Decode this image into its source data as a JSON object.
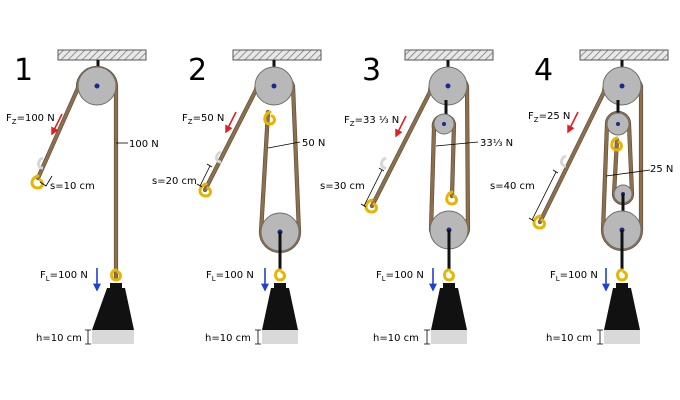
{
  "colors": {
    "rope": "#8b6f4e",
    "pulley": "#b8b8b8",
    "hook": "#e7b400",
    "effort_arrow": "#e02020",
    "load_arrow": "#1f3fd6",
    "weight": "#111111"
  },
  "panels": [
    {
      "number": "1",
      "effort_force": "100 N",
      "rope_tension": "100 N",
      "pull_distance": "s=10 cm",
      "load_force": "100 N",
      "lift_height": "h=10 cm"
    },
    {
      "number": "2",
      "effort_force": "50 N",
      "rope_tension": "50 N",
      "pull_distance": "s=20 cm",
      "load_force": "100 N",
      "lift_height": "h=10 cm"
    },
    {
      "number": "3",
      "effort_force": "33 ⅓ N",
      "rope_tension": "33⅓ N",
      "pull_distance": "s=30 cm",
      "load_force": "100 N",
      "lift_height": "h=10 cm"
    },
    {
      "number": "4",
      "effort_force": "25 N",
      "rope_tension": "25 N",
      "pull_distance": "s=40 cm",
      "load_force": "100 N",
      "lift_height": "h=10 cm"
    }
  ],
  "force_symbols": {
    "effort": "F",
    "effort_sub": "Z",
    "load": "F",
    "load_sub": "L"
  }
}
